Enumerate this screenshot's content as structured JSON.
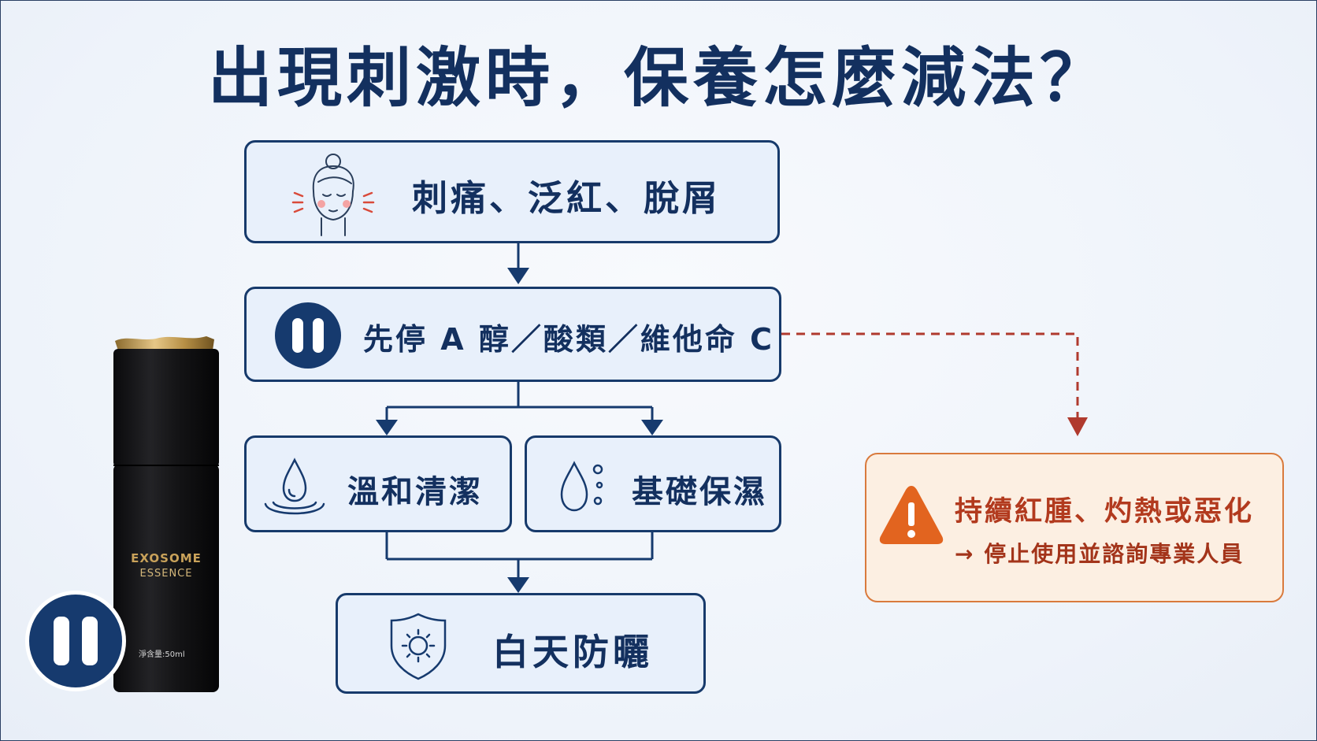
{
  "title": "出現刺激時，保養怎麼減法？",
  "steps": {
    "symptoms": "刺痛、泛紅、脫屑",
    "stop": "先停 A 醇／酸類／維他命 C",
    "cleanse": "溫和清潔",
    "moisturize": "基礎保濕",
    "sun": "白天防曬"
  },
  "warning": {
    "line1": "持續紅腫、灼熱或惡化",
    "line2": "→ 停止使用並諮詢專業人員"
  },
  "product": {
    "brand": "EXOSOME",
    "sub": "ESSENCE",
    "volume": "淨含量:50ml"
  },
  "icons": {
    "symptoms": "irritated-face-icon",
    "stop": "pause-icon",
    "cleanse": "water-drop-ripple-icon",
    "moisturize": "water-drops-icon",
    "sun": "sun-shield-icon",
    "warning": "warning-triangle-icon"
  },
  "colors": {
    "navy": "#163a6e",
    "box_fill": "#e8f0fb",
    "warning_border": "#d97a3d",
    "warning_fill": "#fcefe2",
    "warning_text": "#b23a1e",
    "dashed_arrow": "#b03a2e",
    "bottle_cap": "#c9a25a"
  }
}
